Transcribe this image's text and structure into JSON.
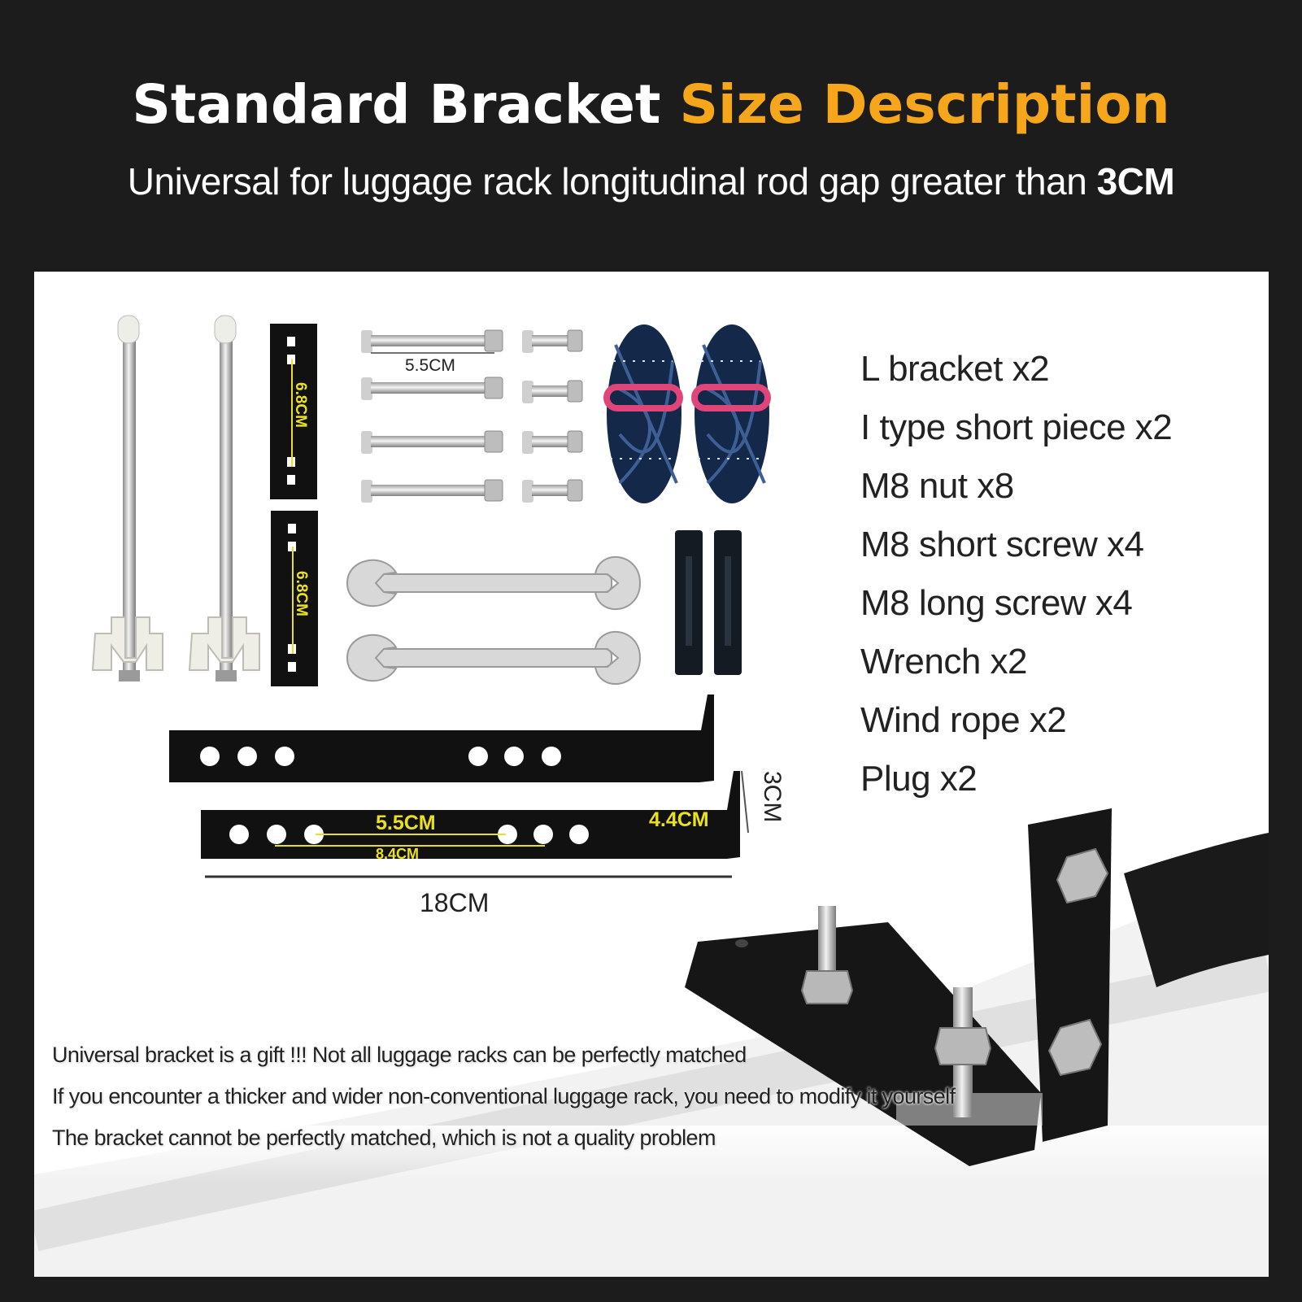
{
  "header": {
    "title_part1": "Standard Bracket",
    "title_part2": "Size Description",
    "subtitle_text": "Universal for luggage rack longitudinal rod gap greater than",
    "subtitle_bold": "3CM"
  },
  "dimensions": {
    "screw_length": "5.5CM",
    "short_piece_length_1": "6.8CM",
    "short_piece_length_2": "6.8CM",
    "hole_gap": "5.5CM",
    "hole_span": "8.4CM",
    "bend_length": "4.4CM",
    "bracket_height": "3CM",
    "bracket_length": "18CM"
  },
  "parts": [
    "L bracket x2",
    "I type short piece x2",
    "M8 nut x8",
    "M8 short screw x4",
    "M8 long screw x4",
    "Wrench x2",
    "Wind rope x2",
    "Plug x2"
  ],
  "notes": [
    "Universal bracket is a gift !!! Not all luggage racks can be perfectly matched",
    "If you encounter a thicker and wider non-conventional luggage rack, you need to modify it yourself",
    "The bracket cannot be perfectly matched, which is not a quality problem"
  ],
  "colors": {
    "background": "#1c1c1c",
    "accent": "#f5a61b",
    "dimension_label": "#e8e020",
    "metal_black": "#111111"
  }
}
